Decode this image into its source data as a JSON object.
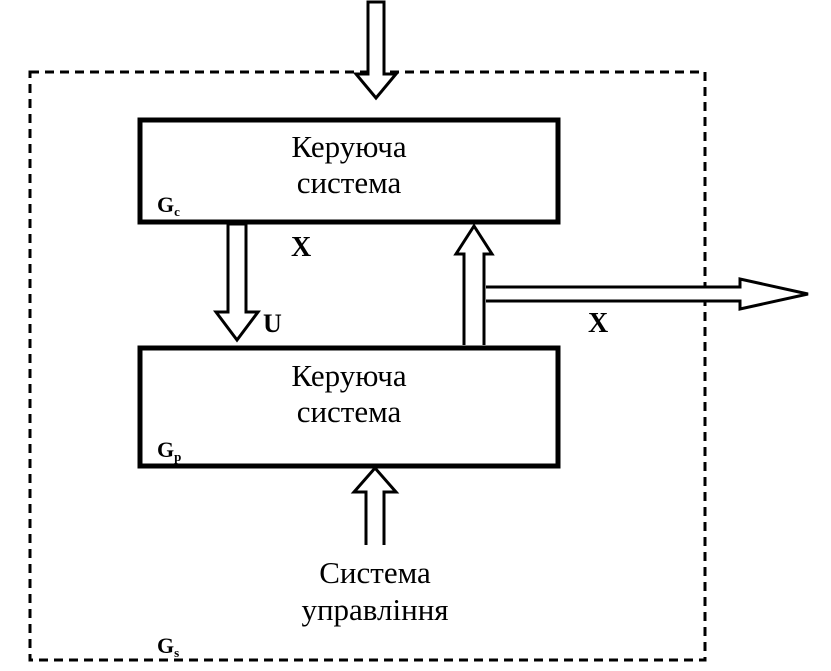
{
  "diagram": {
    "top_block": {
      "line1": "Керуюча",
      "line2": "система",
      "sub_main": "G",
      "sub_index": "c"
    },
    "bottom_block": {
      "line1": "Керуюча",
      "line2": "система",
      "sub_main": "G",
      "sub_index": "p"
    },
    "system_boundary": {
      "sub_main": "G",
      "sub_index": "s"
    },
    "labels": {
      "x_upper": "X",
      "u_label": "U",
      "x_output": "X"
    },
    "input_label": {
      "line1": "Система",
      "line2": "управління"
    }
  }
}
